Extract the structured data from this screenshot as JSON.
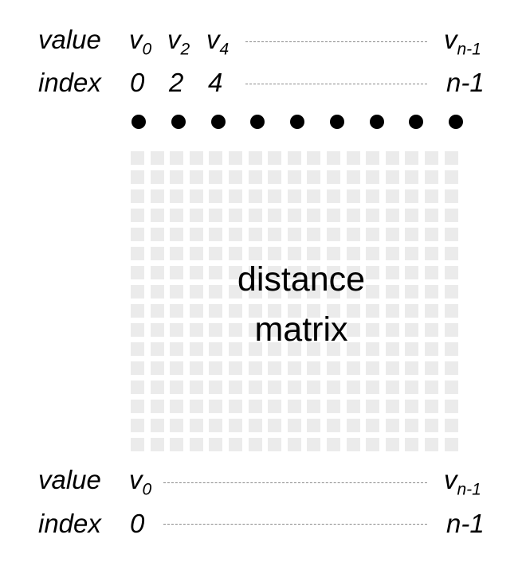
{
  "top_row": {
    "value_label": "value",
    "index_label": "index",
    "values": [
      {
        "base": "v",
        "sub": "0"
      },
      {
        "base": "v",
        "sub": "2"
      },
      {
        "base": "v",
        "sub": "4"
      }
    ],
    "indices": [
      "0",
      "2",
      "4"
    ],
    "last_value": {
      "base": "v",
      "sub": "n-1"
    },
    "last_index": "n-1",
    "dot_count": 9
  },
  "matrix": {
    "line1": "distance",
    "line2": "matrix",
    "cell_color": "#ebebeb"
  },
  "bottom_row": {
    "value_label": "value",
    "index_label": "index",
    "first_value": {
      "base": "v",
      "sub": "0"
    },
    "first_index": "0",
    "last_value": {
      "base": "v",
      "sub": "n-1"
    },
    "last_index": "n-1"
  }
}
